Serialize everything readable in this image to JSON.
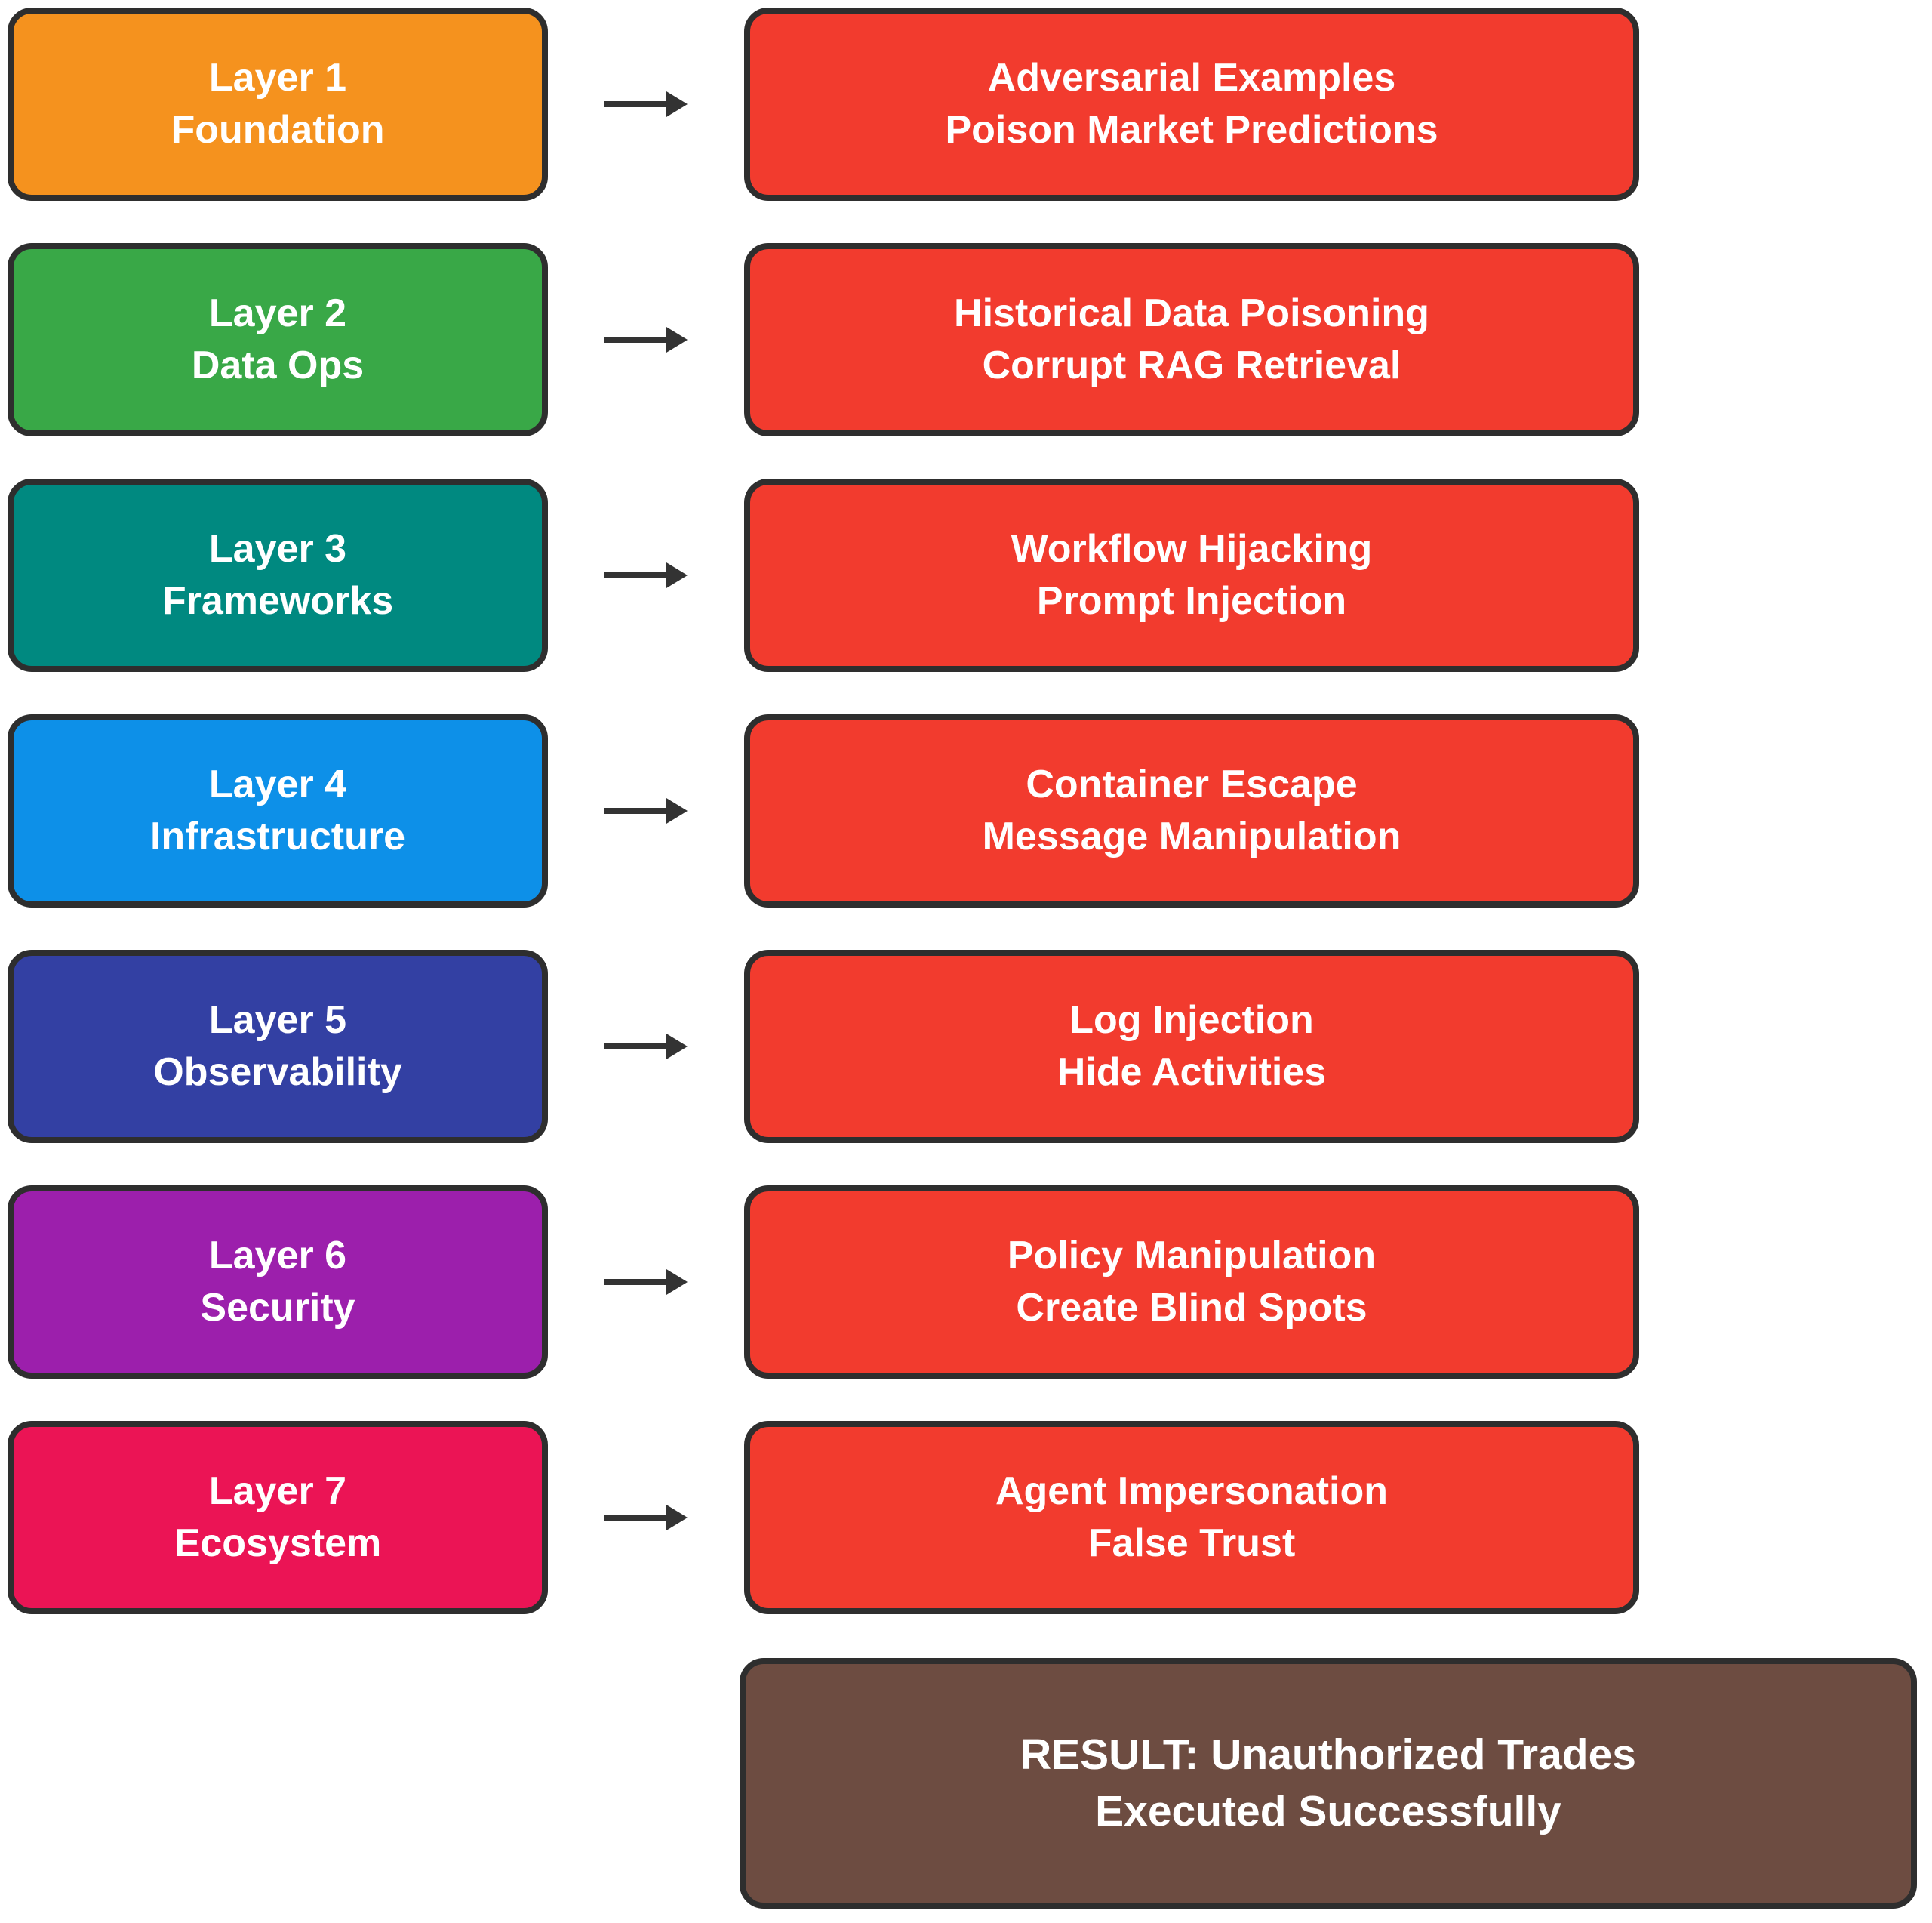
{
  "diagram": {
    "colors": {
      "attack": "#F23B2E",
      "border": "#2E2E2E",
      "arrow": "#333333",
      "background": "#FFFFFF",
      "text": "#FFFFFF"
    },
    "rows": [
      {
        "layer": {
          "title": "Layer 1",
          "subtitle": "Foundation",
          "color": "#F5921E"
        },
        "attack": {
          "line1": "Adversarial Examples",
          "line2": "Poison Market Predictions"
        }
      },
      {
        "layer": {
          "title": "Layer 2",
          "subtitle": "Data Ops",
          "color": "#39A847"
        },
        "attack": {
          "line1": "Historical Data Poisoning",
          "line2": "Corrupt RAG Retrieval"
        }
      },
      {
        "layer": {
          "title": "Layer 3",
          "subtitle": "Frameworks",
          "color": "#008980"
        },
        "attack": {
          "line1": "Workflow Hijacking",
          "line2": "Prompt Injection"
        }
      },
      {
        "layer": {
          "title": "Layer 4",
          "subtitle": "Infrastructure",
          "color": "#0D90E8"
        },
        "attack": {
          "line1": "Container Escape",
          "line2": "Message Manipulation"
        }
      },
      {
        "layer": {
          "title": "Layer 5",
          "subtitle": "Observability",
          "color": "#3340A3"
        },
        "attack": {
          "line1": "Log Injection",
          "line2": "Hide Activities"
        }
      },
      {
        "layer": {
          "title": "Layer 6",
          "subtitle": "Security",
          "color": "#9C1FAC"
        },
        "attack": {
          "line1": "Policy Manipulation",
          "line2": "Create Blind Spots"
        }
      },
      {
        "layer": {
          "title": "Layer 7",
          "subtitle": "Ecosystem",
          "color": "#EB1455"
        },
        "attack": {
          "line1": "Agent Impersonation",
          "line2": "False Trust"
        }
      }
    ],
    "result": {
      "line1": "RESULT: Unauthorized Trades",
      "line2": "Executed Successfully",
      "color": "#6D4C41"
    }
  }
}
